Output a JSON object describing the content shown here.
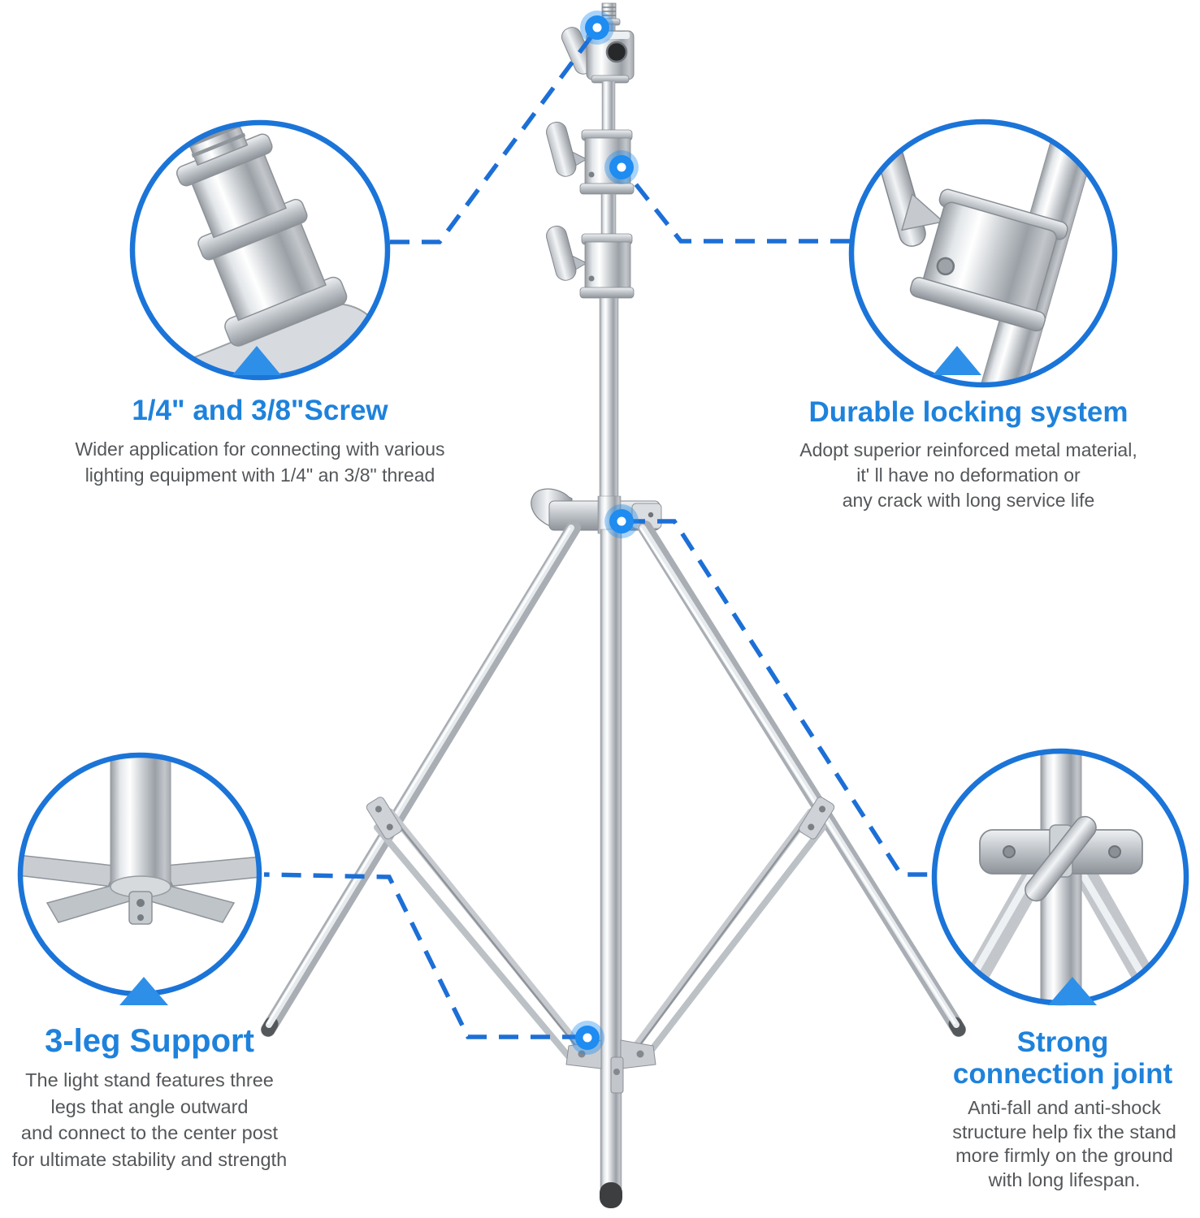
{
  "colors": {
    "accent_blue": "#1e82dc",
    "line_blue": "#1c6fd6",
    "dot_blue": "#1e8cf0",
    "triangle_blue": "#2e8fe8",
    "body_text_gray": "#54575a",
    "metal_silver": "#c9cdd2"
  },
  "callouts": {
    "screw": {
      "title": "1/4\" and 3/8\"Screw",
      "body": "Wider application for connecting with various\nlighting equipment with 1/4\" an 3/8\" thread"
    },
    "locking": {
      "title": "Durable locking system",
      "body": "Adopt superior reinforced metal material,\nit' ll have no deformation or\nany crack  with long service life"
    },
    "legs": {
      "title": "3-leg Support",
      "body": "The light stand features three\nlegs that angle outward\nand connect to the center post\nfor ultimate stability and strength"
    },
    "joint": {
      "title": "Strong\nconnection joint",
      "body": "Anti-fall and anti-shock\nstructure help fix the stand\nmore firmly on the ground\nwith long lifespan."
    }
  }
}
